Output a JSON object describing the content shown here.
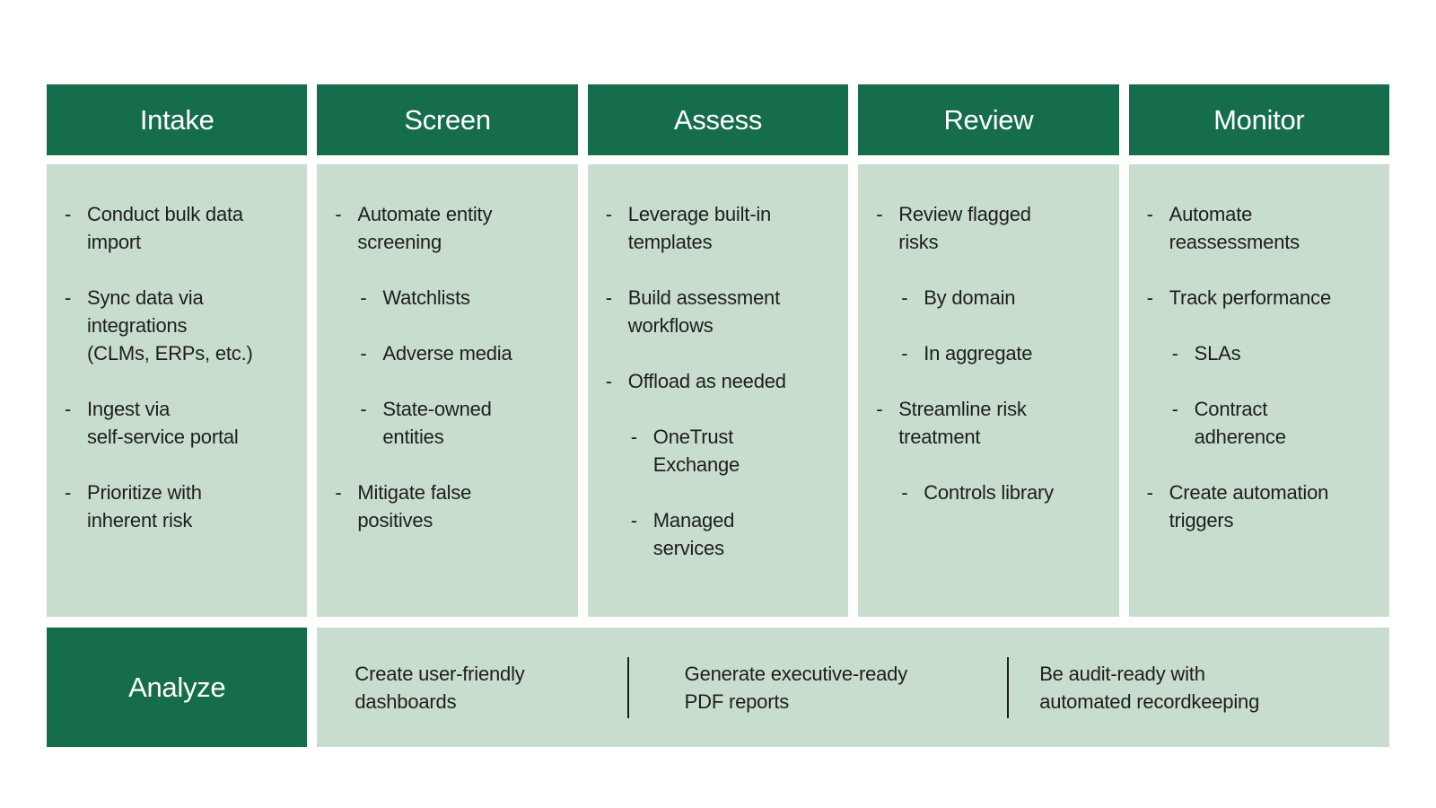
{
  "palette": {
    "page_bg": "#ffffff",
    "header_green": "#156d4b",
    "body_green": "#c9ddce",
    "header_text": "#ffffff",
    "text_dark": "#1e1e1e",
    "divider": "#1e1e1e"
  },
  "bullet_char": "-",
  "columns": [
    {
      "title": "Intake",
      "items": [
        {
          "level": 1,
          "text": "Conduct bulk data\nimport"
        },
        {
          "level": 1,
          "text": "Sync data via\nintegrations\n(CLMs, ERPs, etc.)"
        },
        {
          "level": 1,
          "text": "Ingest via\nself-service portal"
        },
        {
          "level": 1,
          "text": "Prioritize with\ninherent risk"
        }
      ]
    },
    {
      "title": "Screen",
      "items": [
        {
          "level": 1,
          "text": "Automate entity\nscreening"
        },
        {
          "level": 2,
          "text": "Watchlists"
        },
        {
          "level": 2,
          "text": "Adverse media"
        },
        {
          "level": 2,
          "text": "State-owned\nentities"
        },
        {
          "level": 1,
          "text": "Mitigate false\npositives"
        }
      ]
    },
    {
      "title": "Assess",
      "items": [
        {
          "level": 1,
          "text": "Leverage built-in\ntemplates"
        },
        {
          "level": 1,
          "text": "Build assessment\nworkflows"
        },
        {
          "level": 1,
          "text": "Offload as needed"
        },
        {
          "level": 2,
          "text": "OneTrust\nExchange"
        },
        {
          "level": 2,
          "text": "Managed\nservices"
        }
      ]
    },
    {
      "title": "Review",
      "items": [
        {
          "level": 1,
          "text": "Review flagged\nrisks"
        },
        {
          "level": 2,
          "text": "By domain"
        },
        {
          "level": 2,
          "text": "In aggregate"
        },
        {
          "level": 1,
          "text": "Streamline risk\ntreatment"
        },
        {
          "level": 2,
          "text": "Controls library"
        }
      ]
    },
    {
      "title": "Monitor",
      "items": [
        {
          "level": 1,
          "text": "Automate\nreassessments"
        },
        {
          "level": 1,
          "text": "Track performance"
        },
        {
          "level": 2,
          "text": "SLAs"
        },
        {
          "level": 2,
          "text": "Contract\nadherence"
        },
        {
          "level": 1,
          "text": "Create automation\ntriggers"
        }
      ]
    }
  ],
  "footer": {
    "title": "Analyze",
    "sections": [
      {
        "text": "Create user-friendly\ndashboards"
      },
      {
        "text": "Generate executive-ready\nPDF reports"
      },
      {
        "text": "Be audit-ready with\nautomated recordkeeping"
      }
    ]
  }
}
